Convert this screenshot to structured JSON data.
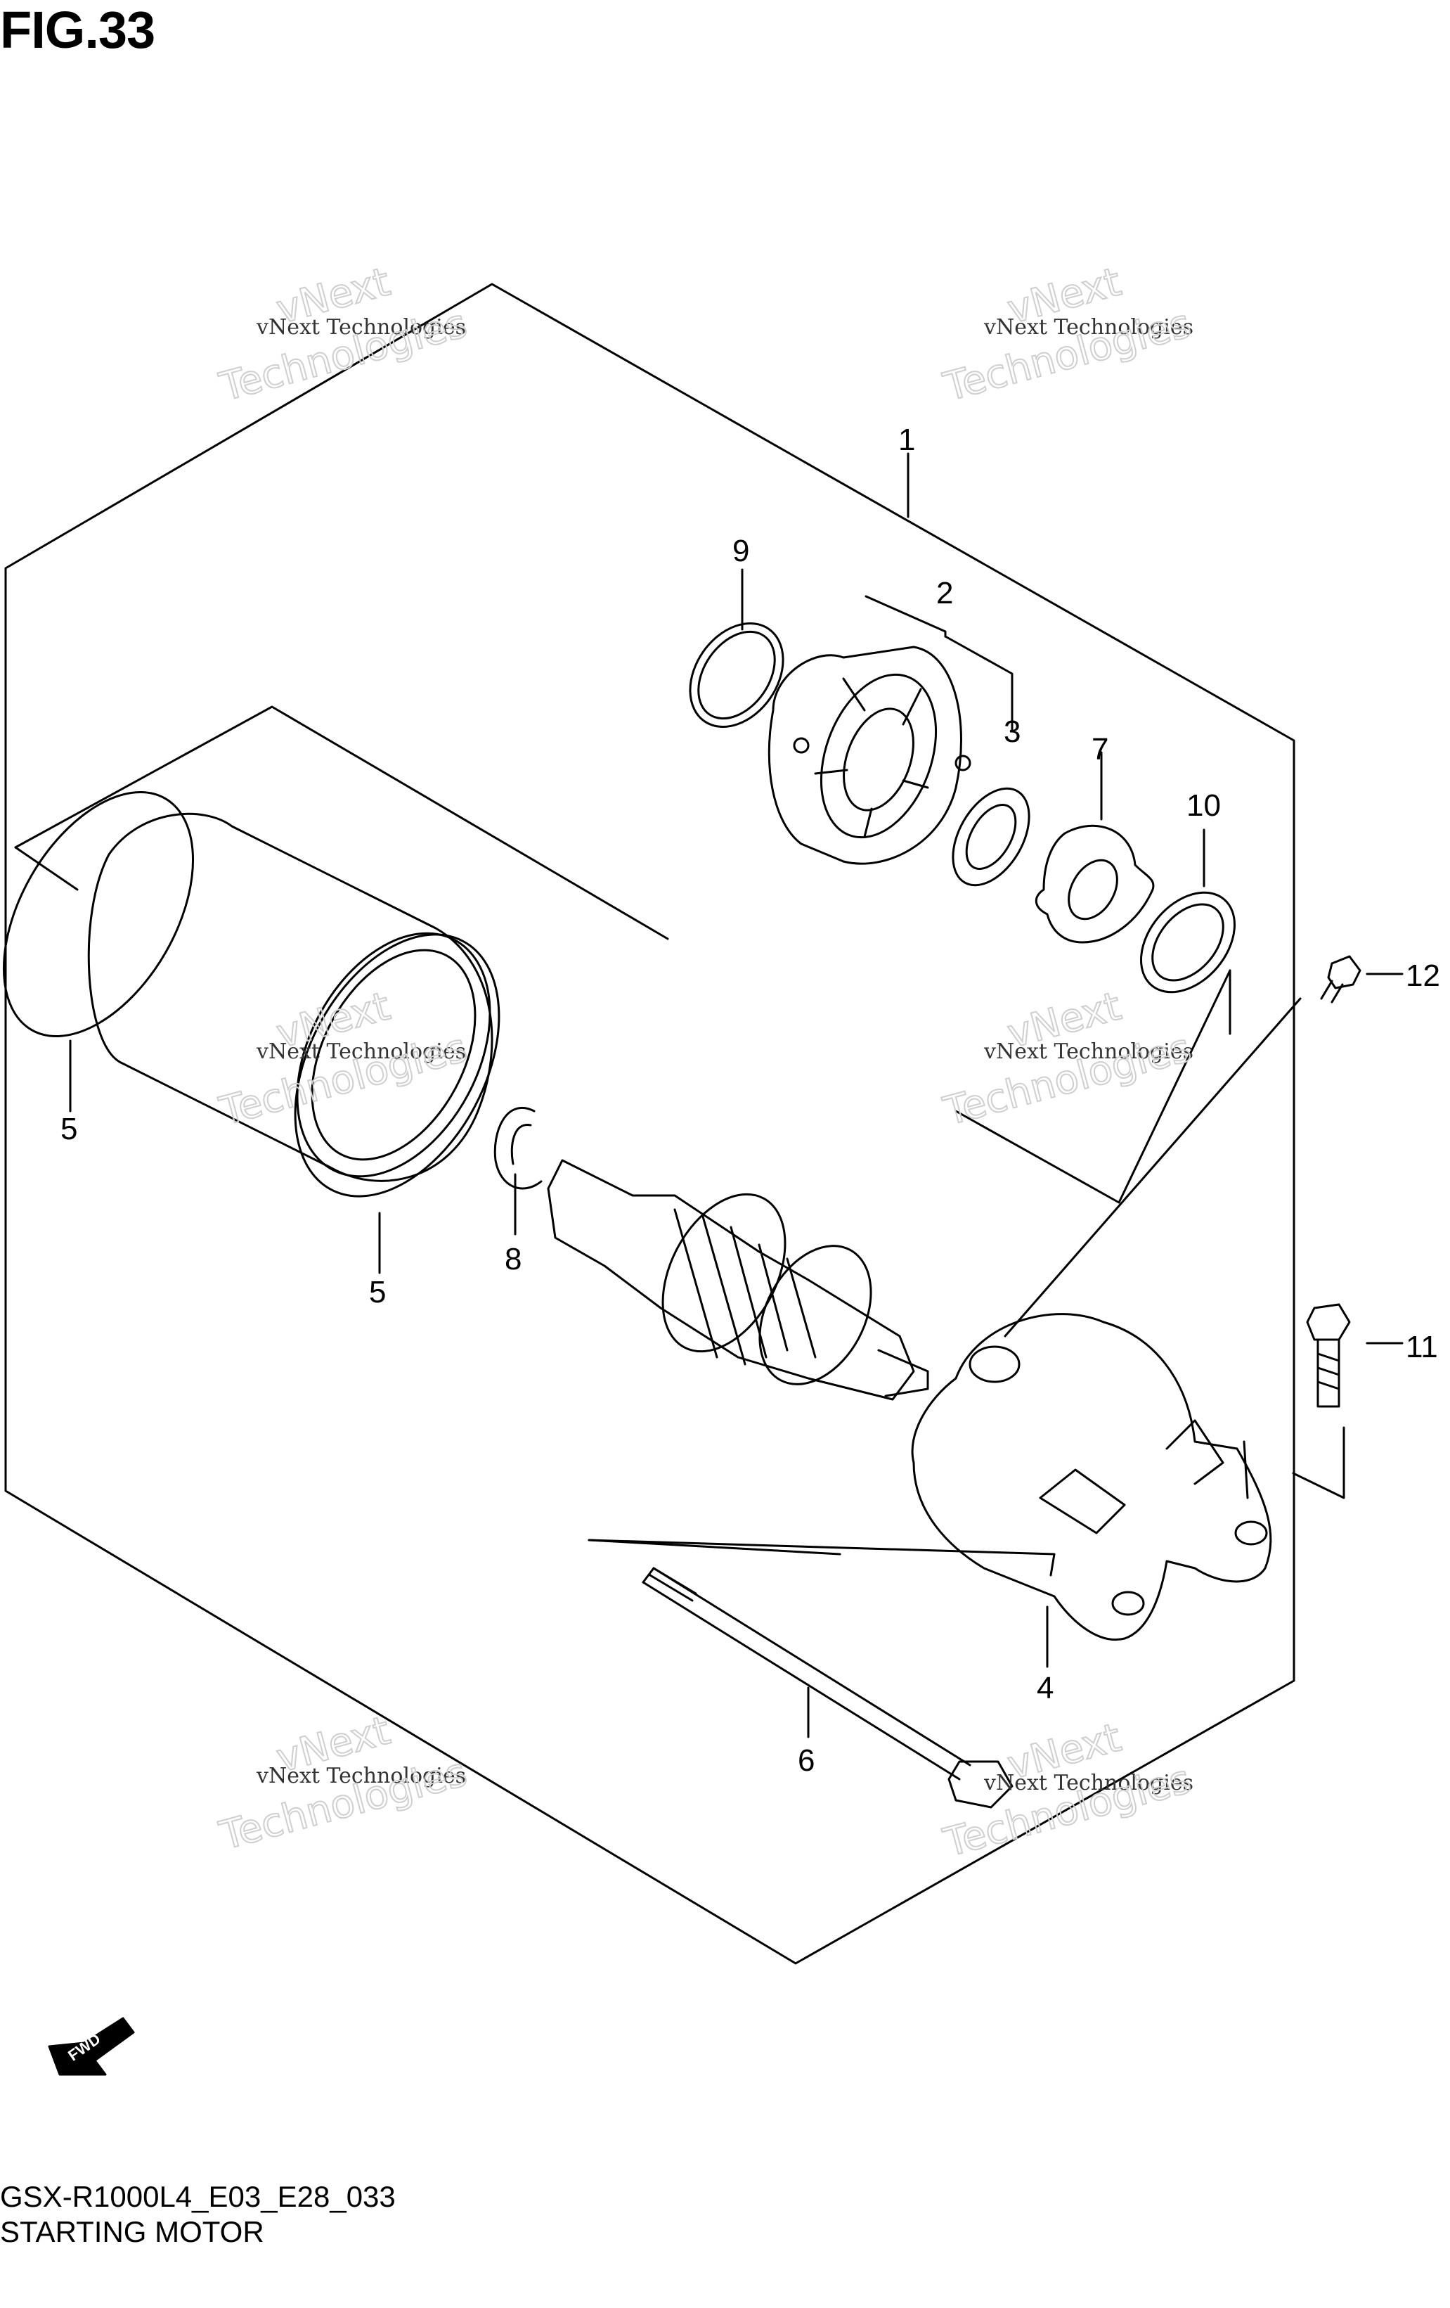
{
  "figure": {
    "title": "FIG.33",
    "code": "GSX-R1000L4_E03_E28_033",
    "name": "STARTING MOTOR"
  },
  "callouts": [
    {
      "id": "1",
      "label": "1"
    },
    {
      "id": "2",
      "label": "2"
    },
    {
      "id": "3",
      "label": "3"
    },
    {
      "id": "4",
      "label": "4"
    },
    {
      "id": "5a",
      "label": "5"
    },
    {
      "id": "5b",
      "label": "5"
    },
    {
      "id": "6",
      "label": "6"
    },
    {
      "id": "7",
      "label": "7"
    },
    {
      "id": "8",
      "label": "8"
    },
    {
      "id": "9",
      "label": "9"
    },
    {
      "id": "10",
      "label": "10"
    },
    {
      "id": "11",
      "label": "11"
    },
    {
      "id": "12",
      "label": "12"
    }
  ],
  "fwd_arrow_label": "FWD",
  "watermark": {
    "line1": "vNext Technologies",
    "line2": "vNext",
    "line3": "Technologies"
  }
}
